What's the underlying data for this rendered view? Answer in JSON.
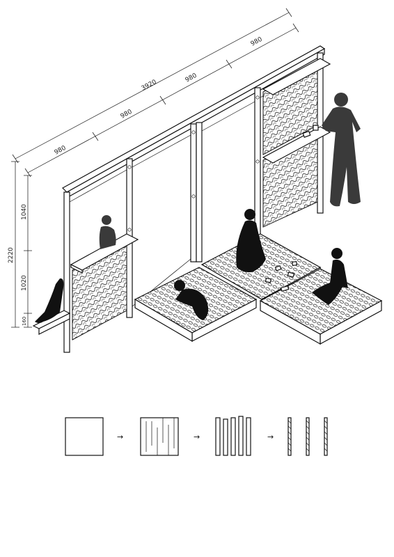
{
  "dimensions": {
    "top_total": "3920",
    "top_segments": [
      "980",
      "980",
      "980",
      "980"
    ],
    "height_total": "2220",
    "height_upper": "1040",
    "height_lower": "1020",
    "height_base": "160"
  },
  "icons": {
    "arrows": [
      "arrow-right-icon",
      "arrow-right-icon",
      "arrow-right-icon"
    ]
  },
  "colors": {
    "line": "#111111",
    "silhouette": "#3a3a3a",
    "silhouette_dark": "#111111"
  }
}
